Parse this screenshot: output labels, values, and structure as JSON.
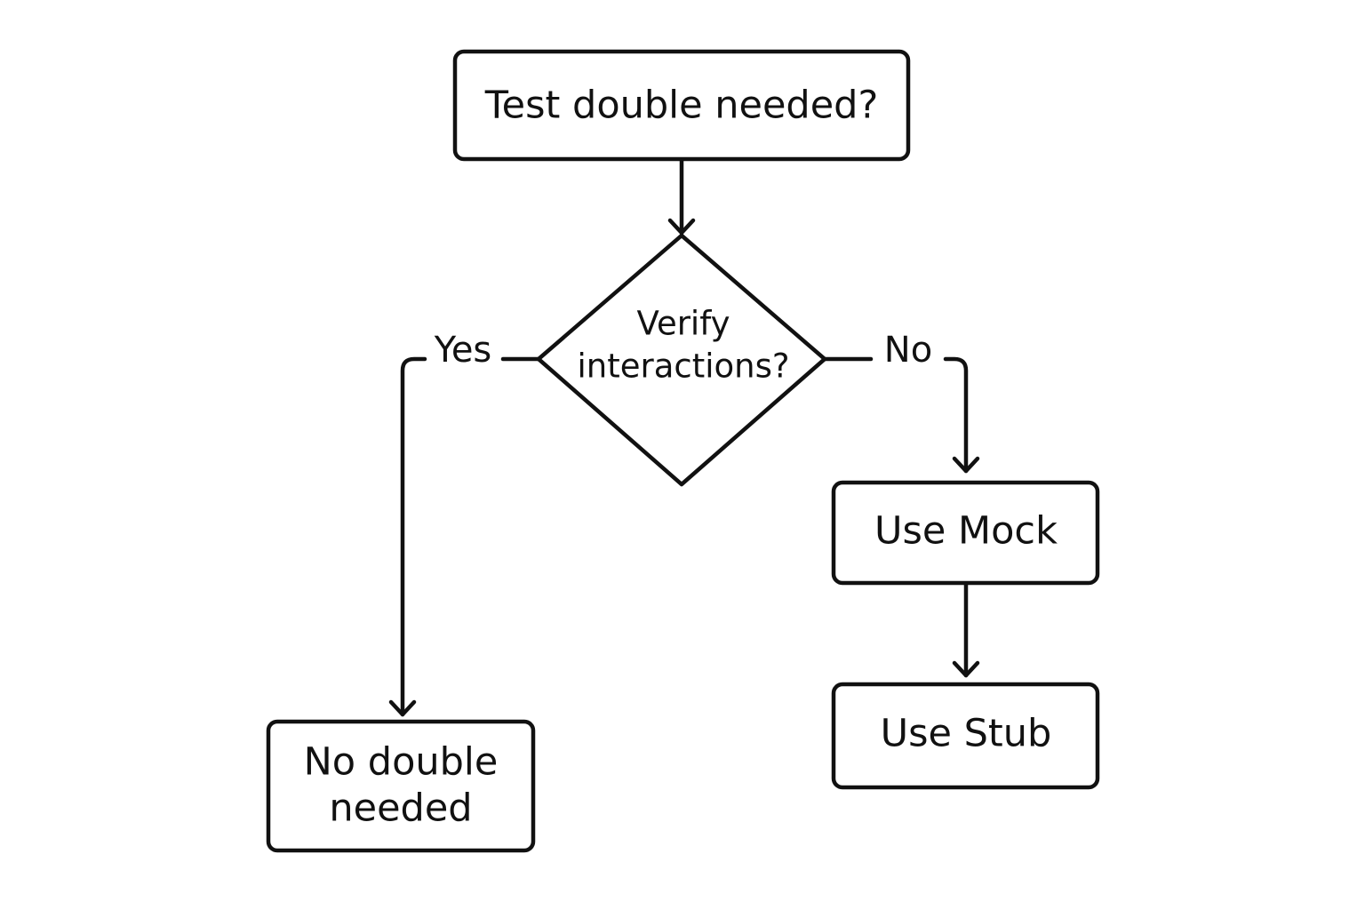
{
  "nodes": {
    "start": {
      "label": "Test double needed?"
    },
    "decision": {
      "label_line1": "Verify",
      "label_line2": "interactions?"
    },
    "use_mock": {
      "label": "Use Mock"
    },
    "use_stub": {
      "label": "Use Stub"
    },
    "no_double": {
      "label_line1": "No double",
      "label_line2": "needed"
    }
  },
  "edges": {
    "yes_label": "Yes",
    "no_label": "No"
  },
  "colors": {
    "stroke": "#111111",
    "background": "#ffffff"
  }
}
